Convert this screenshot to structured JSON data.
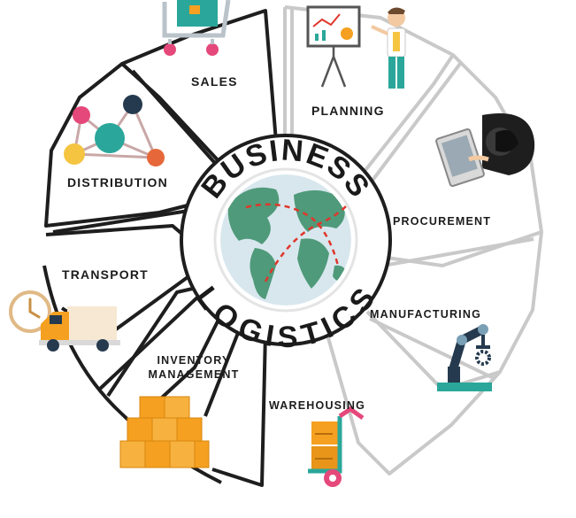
{
  "center": {
    "top_word": "BUSINESS",
    "bottom_word": "LOGISTICS"
  },
  "segments": [
    {
      "id": "sales",
      "label": "SALES",
      "icon": "shopping-cart-icon"
    },
    {
      "id": "planning",
      "label": "PLANNING",
      "icon": "presenter-with-chart-icon"
    },
    {
      "id": "procurement",
      "label": "PROCUREMENT",
      "icon": "person-at-laptop-icon"
    },
    {
      "id": "manufacturing",
      "label": "MANUFACTURING",
      "icon": "robotic-arm-icon"
    },
    {
      "id": "warehousing",
      "label": "WAREHOUSING",
      "icon": "hand-truck-with-boxes-icon"
    },
    {
      "id": "inventory",
      "label_line1": "INVENTORY",
      "label_line2": "MANAGEMENT",
      "icon": "stacked-boxes-icon"
    },
    {
      "id": "transport",
      "label": "TRANSPORT",
      "icon": "delivery-truck-and-clock-icon"
    },
    {
      "id": "distribution",
      "label": "DISTRIBUTION",
      "icon": "network-nodes-icon"
    }
  ],
  "colors": {
    "ring_dark": "#1e1e1e",
    "ring_light": "#c9c9c9",
    "ocean": "#d8e7ee",
    "land": "#4f9a7a",
    "route": "#e0362b",
    "box_orange": "#f5a020",
    "teal": "#2aa79a",
    "navy": "#253a4e",
    "pink": "#e5487a"
  }
}
